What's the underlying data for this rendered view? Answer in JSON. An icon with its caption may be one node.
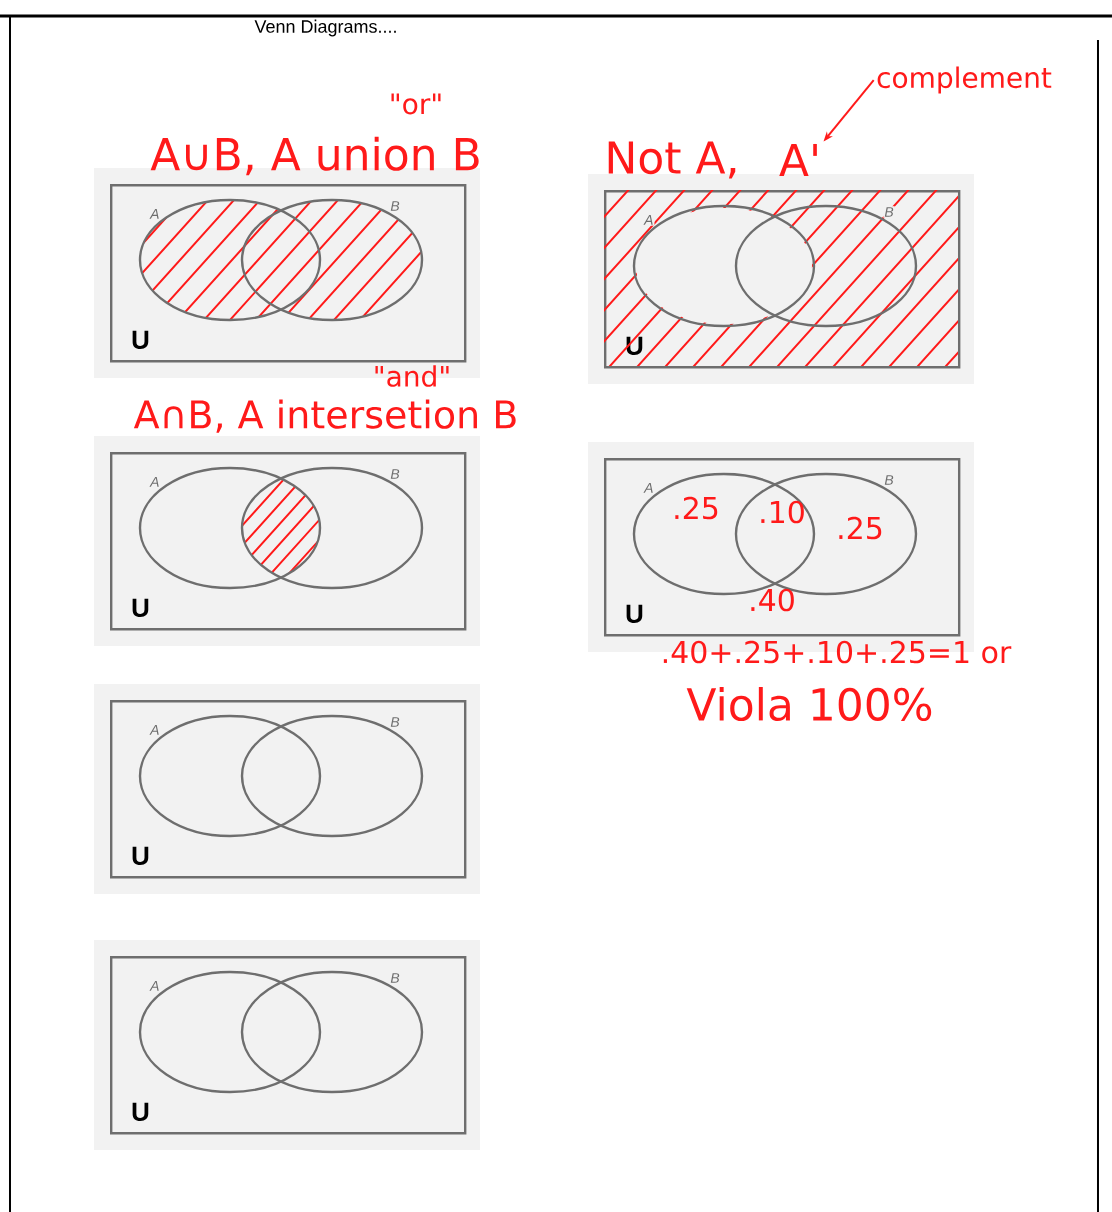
{
  "diagram": {
    "title": "Venn Diagrams....",
    "nodes": [
      {
        "text": [
          "complement"
        ]
      },
      {
        "text": [
          "A'"
        ]
      },
      {
        "text": [
          "U"
        ]
      },
      {
        "text": [
          "A"
        ],
        "in": 2
      },
      {
        "text": [
          "B"
        ],
        "in": 2
      },
      {
        "text": [
          "U"
        ]
      },
      {
        "text": [
          "A"
        ],
        "in": 5
      },
      {
        "text": [
          "B"
        ],
        "in": 5
      },
      {
        "text": [
          "U"
        ]
      },
      {
        "text": [
          "A"
        ],
        "in": 8
      },
      {
        "text": [
          "B"
        ],
        "in": 8
      },
      {
        "text": [
          "U"
        ]
      },
      {
        "text": [
          "A"
        ],
        "in": 11
      },
      {
        "text": [
          "B"
        ],
        "in": 11
      },
      {
        "text": [
          "U"
        ]
      },
      {
        "text": [
          "A"
        ],
        "in": 14
      },
      {
        "text": [
          "B"
        ],
        "in": 14
      },
      {
        "text": [
          "U"
        ]
      },
      {
        "text": [
          "A"
        ],
        "in": 17
      },
      {
        "text": [
          "B"
        ],
        "in": 17
      }
    ],
    "edges": [
      {
        "from": 0,
        "to": 1,
        "arrow": "to"
      }
    ],
    "labels": [
      "\"or\"",
      "A∪B, A union B",
      "Not A,",
      "\"and\"",
      "A∩B, A intersetion B",
      ".25",
      ".10",
      ".25",
      ".40",
      ".40+.25+.10+.25=1 or",
      "Viola 100%"
    ]
  }
}
